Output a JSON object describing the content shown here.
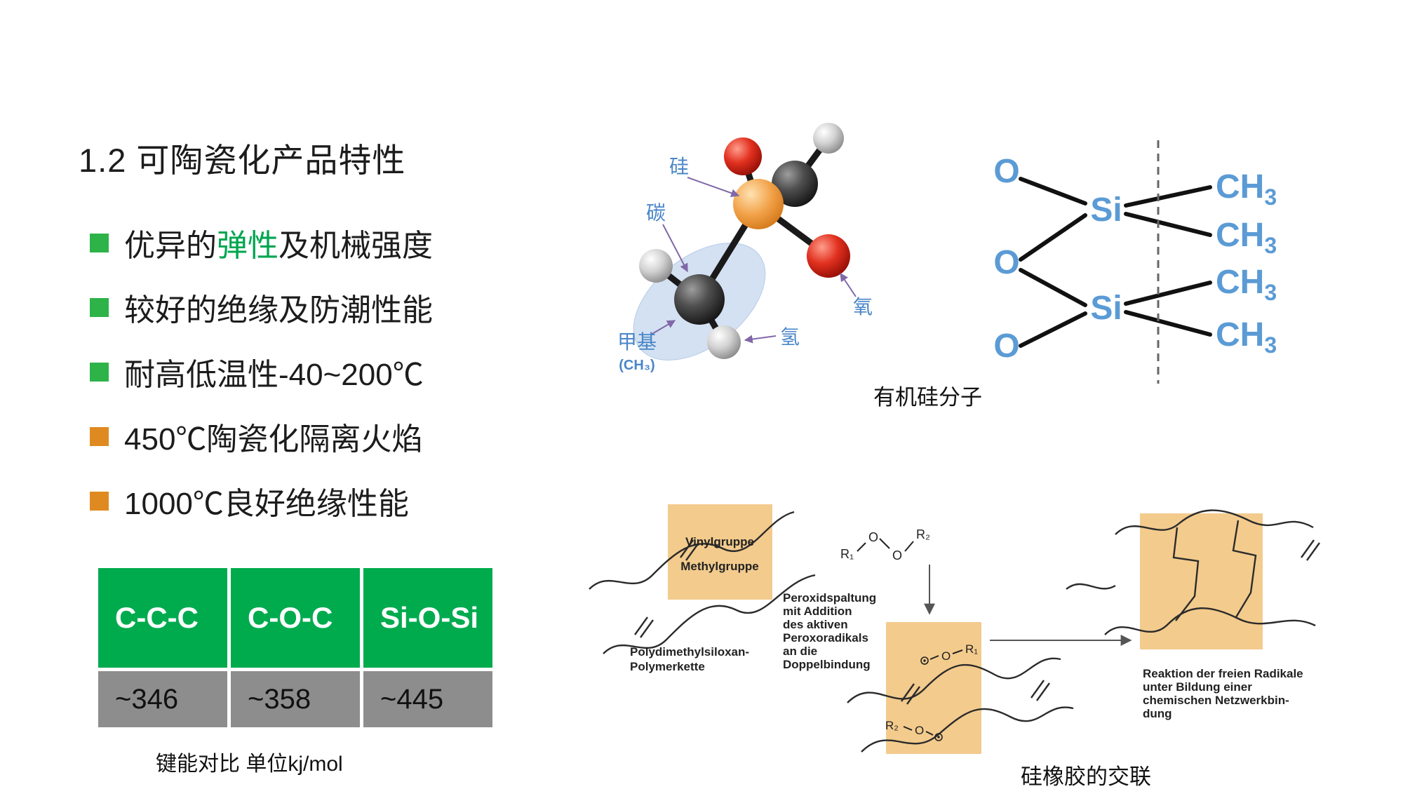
{
  "slide": {
    "title": "1.2 可陶瓷化产品特性",
    "bullets": [
      {
        "pre": "优异的",
        "highlight": "弹性",
        "post": "及机械强度"
      },
      {
        "pre": "较好的绝缘及防潮性能",
        "highlight": "",
        "post": ""
      },
      {
        "pre": "耐高低温性-40~200℃",
        "highlight": "",
        "post": ""
      },
      {
        "pre": "450℃陶瓷化隔离火焰",
        "highlight": "",
        "post": ""
      },
      {
        "pre": "1000℃良好绝缘性能",
        "highlight": "",
        "post": ""
      }
    ]
  },
  "bond_table": {
    "headers": [
      "C-C-C",
      "C-O-C",
      "Si-O-Si"
    ],
    "values": [
      "~346",
      "~358",
      "~445"
    ],
    "caption": "键能对比 单位kj/mol"
  },
  "molecule": {
    "caption": "有机硅分子",
    "labels": {
      "silicon": "硅",
      "carbon": "碳",
      "oxygen": "氧",
      "hydrogen": "氢",
      "methyl": "甲基",
      "methyl_formula": "(CH₃)"
    }
  },
  "formula": {
    "o": "O",
    "si": "Si",
    "ch": "CH",
    "sub": "3"
  },
  "crosslink": {
    "caption": "硅橡胶的交联",
    "vinyl": "Vinylgruppe",
    "methyl": "Methylgruppe",
    "chain_lines": [
      "Polydimethylsiloxan-",
      "Polymerkette"
    ],
    "peroxide_lines": [
      "Peroxidspaltung",
      "mit Addition",
      "des aktiven",
      "Peroxoradikals",
      "an die",
      "Doppelbindung"
    ],
    "reaction_lines": [
      "Reaktion der freien Radikale",
      "unter Bildung einer",
      "chemischen Netzwerkbin-",
      "dung"
    ],
    "r1": "R₁",
    "r2": "R₂",
    "o": "O"
  },
  "colors": {
    "bullet_green": "#2eb348",
    "bullet_orange": "#df8a20",
    "highlight_green": "#00a650",
    "table_header_green": "#00ab4e",
    "table_value_gray": "#8d8d8d",
    "label_blue": "#4a86c8",
    "formula_blue": "#5b9bd5",
    "tan_box": "#f3cb8d",
    "pointer_purple": "#8068a8"
  }
}
